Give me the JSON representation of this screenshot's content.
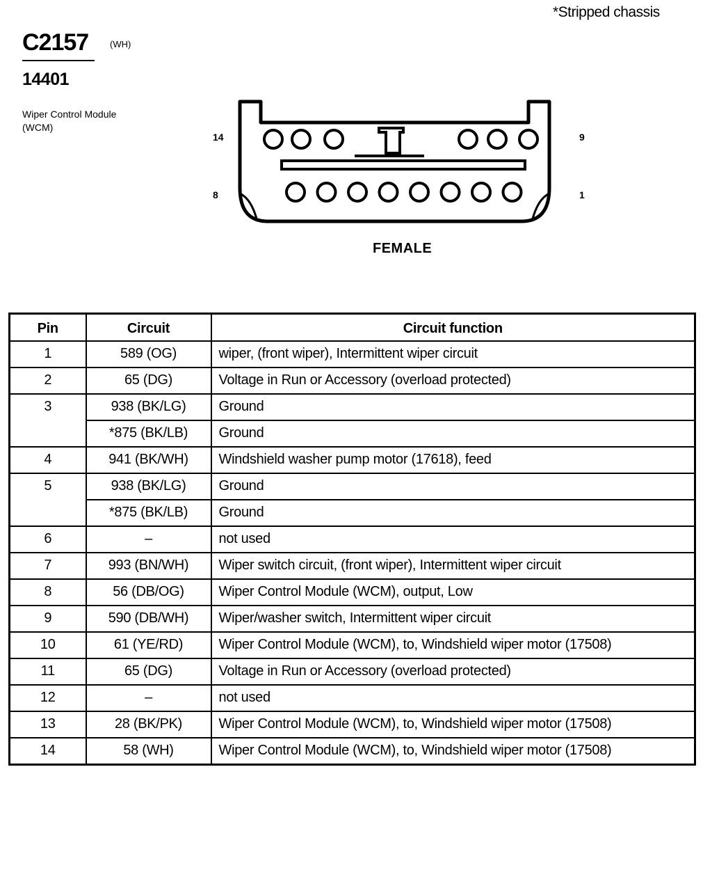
{
  "header": {
    "note": "*Stripped chassis",
    "connector_id": "C2157",
    "connector_color": "(WH)",
    "part_number": "14401",
    "description": "Wiper Control Module (WCM)"
  },
  "diagram": {
    "pin_labels": {
      "top_left": "14",
      "top_right": "9",
      "bottom_left": "8",
      "bottom_right": "1"
    },
    "gender": "FEMALE"
  },
  "table": {
    "headers": {
      "pin": "Pin",
      "circuit": "Circuit",
      "function": "Circuit function"
    },
    "rows": [
      {
        "pin": "1",
        "entries": [
          {
            "circuit": "589 (OG)",
            "function": "wiper, (front wiper), Intermittent wiper circuit"
          }
        ]
      },
      {
        "pin": "2",
        "entries": [
          {
            "circuit": "65 (DG)",
            "function": "Voltage in Run or Accessory (overload protected)"
          }
        ]
      },
      {
        "pin": "3",
        "entries": [
          {
            "circuit": "938 (BK/LG)",
            "function": "Ground"
          },
          {
            "circuit": "*875 (BK/LB)",
            "function": "Ground"
          }
        ]
      },
      {
        "pin": "4",
        "entries": [
          {
            "circuit": "941 (BK/WH)",
            "function": "Windshield washer pump motor (17618), feed"
          }
        ]
      },
      {
        "pin": "5",
        "entries": [
          {
            "circuit": "938 (BK/LG)",
            "function": "Ground"
          },
          {
            "circuit": "*875 (BK/LB)",
            "function": "Ground"
          }
        ]
      },
      {
        "pin": "6",
        "entries": [
          {
            "circuit": "–",
            "function": "not used"
          }
        ]
      },
      {
        "pin": "7",
        "entries": [
          {
            "circuit": "993 (BN/WH)",
            "function": "Wiper switch circuit, (front wiper), Intermittent wiper circuit"
          }
        ]
      },
      {
        "pin": "8",
        "entries": [
          {
            "circuit": "56 (DB/OG)",
            "function": "Wiper Control Module (WCM), output, Low"
          }
        ]
      },
      {
        "pin": "9",
        "entries": [
          {
            "circuit": "590 (DB/WH)",
            "function": "Wiper/washer switch, Intermittent wiper circuit"
          }
        ]
      },
      {
        "pin": "10",
        "entries": [
          {
            "circuit": "61 (YE/RD)",
            "function": "Wiper Control Module (WCM), to, Windshield wiper motor (17508)"
          }
        ]
      },
      {
        "pin": "11",
        "entries": [
          {
            "circuit": "65 (DG)",
            "function": "Voltage in Run or Accessory (overload protected)"
          }
        ]
      },
      {
        "pin": "12",
        "entries": [
          {
            "circuit": "–",
            "function": "not used"
          }
        ]
      },
      {
        "pin": "13",
        "entries": [
          {
            "circuit": "28 (BK/PK)",
            "function": "Wiper Control Module (WCM), to, Windshield wiper motor (17508)"
          }
        ]
      },
      {
        "pin": "14",
        "entries": [
          {
            "circuit": "58 (WH)",
            "function": "Wiper Control Module (WCM), to, Windshield wiper motor (17508)"
          }
        ]
      }
    ]
  }
}
